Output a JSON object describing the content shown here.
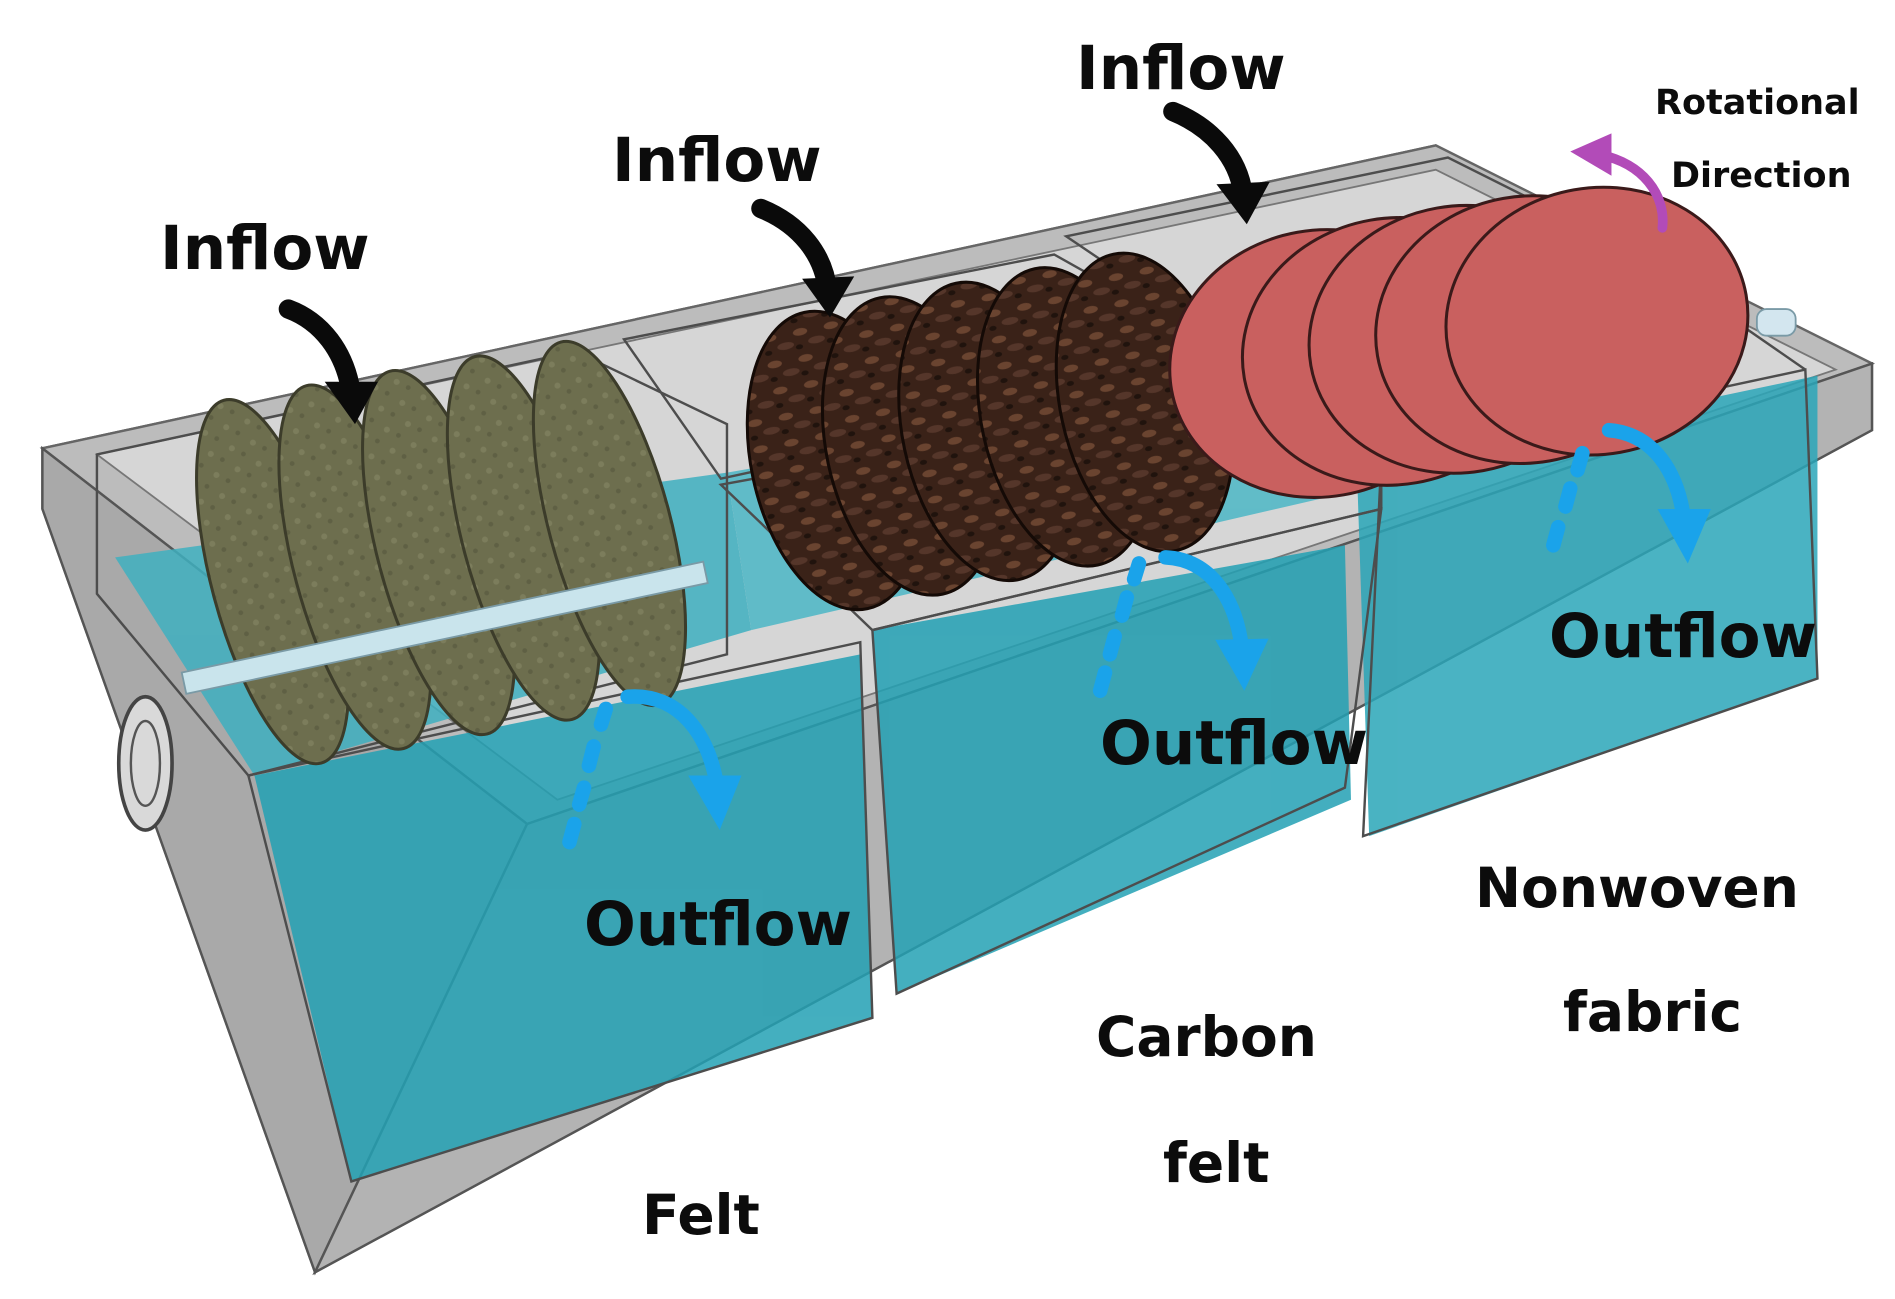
{
  "labels": {
    "inflow_felt": "Inflow",
    "inflow_carbon": "Inflow",
    "inflow_nonwoven": "Inflow",
    "outflow_felt": "Outflow",
    "outflow_carbon": "Outflow",
    "outflow_nonwoven": "Outflow",
    "rotational": "Rotational",
    "direction": "Direction",
    "felt": "Felt",
    "carbon": "Carbon",
    "carbon_felt": "felt",
    "nonwoven": "Nonwoven",
    "fabric": "fabric"
  },
  "colors": {
    "tank_wall": "#b9b9b9",
    "water": "#2aa6b8",
    "felt_disc": "#6f7050",
    "carbon_disc": "#3a2218",
    "nonwoven_disc": "#c9605f",
    "outflow_arrow": "#1aa3ea",
    "rotation_arrow": "#b24bb8",
    "inflow_arrow": "#0a0a0a"
  },
  "icons": {
    "inflow": "curved-arrow-down-icon",
    "outflow": "curved-dashed-arrow-icon",
    "rotation": "curved-arrow-up-icon"
  }
}
